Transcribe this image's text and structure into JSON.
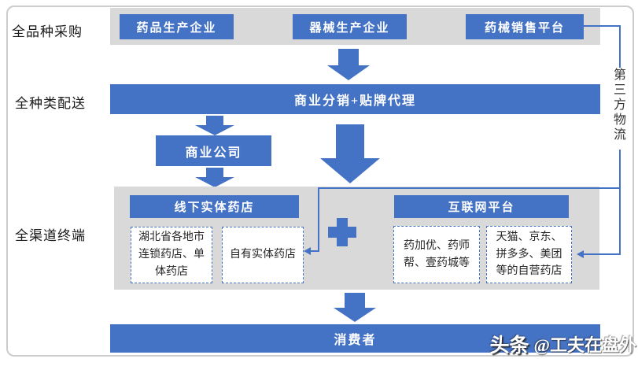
{
  "colors": {
    "accent": "#4472c4",
    "panel_gray": "#d9d9d9",
    "frame_border": "#cccccc",
    "text_dark": "#262626",
    "box_text": "#ffffff"
  },
  "row_labels": {
    "row1": "全品种采购",
    "row2": "全种类配送",
    "row3": "全渠道终端"
  },
  "suppliers": {
    "pharma": "药品生产企业",
    "device": "器械生产企业",
    "platform": "药械销售平台"
  },
  "logistics": {
    "label": "第三方物流"
  },
  "distribution": {
    "bar": "商业分销+贴牌代理",
    "company": "商业公司"
  },
  "terminals": {
    "offline": {
      "header": "线下实体药店",
      "box1": "湖北省各地市连锁药店、单体药店",
      "box2": "自有实体药店"
    },
    "online": {
      "header": "互联网平台",
      "box1": "药加优、药师帮、壹药城等",
      "box2": "天猫、京东、拼多多、美团等的自营药店"
    }
  },
  "consumer": {
    "bar": "消费者"
  },
  "watermark": {
    "brand": "头条",
    "handle": "@工夫在盘外"
  }
}
